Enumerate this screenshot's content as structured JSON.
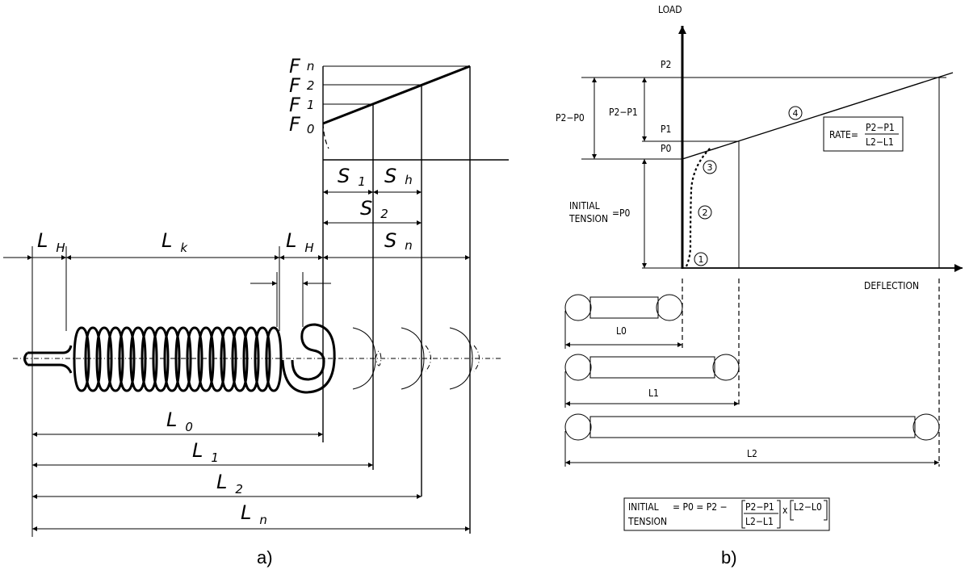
{
  "panel_a": {
    "caption": "a)",
    "force_labels": {
      "Fn": {
        "main": "F",
        "sub": "n"
      },
      "F2": {
        "main": "F",
        "sub": "2"
      },
      "F1": {
        "main": "F",
        "sub": "1"
      },
      "F0": {
        "main": "F",
        "sub": "0"
      }
    },
    "travel_labels": {
      "S1": {
        "main": "S",
        "sub": "1"
      },
      "Sh": {
        "main": "S",
        "sub": "h"
      },
      "S2": {
        "main": "S",
        "sub": "2"
      },
      "Sn": {
        "main": "S",
        "sub": "n"
      }
    },
    "length_labels": {
      "LH_left": {
        "main": "L",
        "sub": "H"
      },
      "Lk": {
        "main": "L",
        "sub": "k"
      },
      "LH_right": {
        "main": "L",
        "sub": "H"
      },
      "L0": {
        "main": "L",
        "sub": "0"
      },
      "L1": {
        "main": "L",
        "sub": "1"
      },
      "L2": {
        "main": "L",
        "sub": "2"
      },
      "Ln": {
        "main": "L",
        "sub": "n"
      }
    }
  },
  "panel_b": {
    "caption": "b)",
    "y_axis": "LOAD",
    "x_axis": "DEFLECTION",
    "load_ticks": [
      "P2",
      "P1",
      "P0"
    ],
    "dim_p2_p0": "P2−P0",
    "dim_p2_p1": "P2−P1",
    "initial_tension": {
      "line1": "INITIAL",
      "line2": "TENSION",
      "value": "=P0"
    },
    "rate_box": {
      "label": "RATE=",
      "numerator": "P2−P1",
      "denominator": "L2−L1"
    },
    "region_numbers": [
      "1",
      "2",
      "3",
      "4"
    ],
    "spring_lengths": [
      "L0",
      "L1",
      "L2"
    ],
    "formula": {
      "line1": "INITIAL",
      "line2": "TENSION",
      "eq": "= P0 = P2 −",
      "frac_num": "P2−P1",
      "frac_den": "L2−L1",
      "times": "x",
      "bracket": "L2−L0"
    }
  }
}
